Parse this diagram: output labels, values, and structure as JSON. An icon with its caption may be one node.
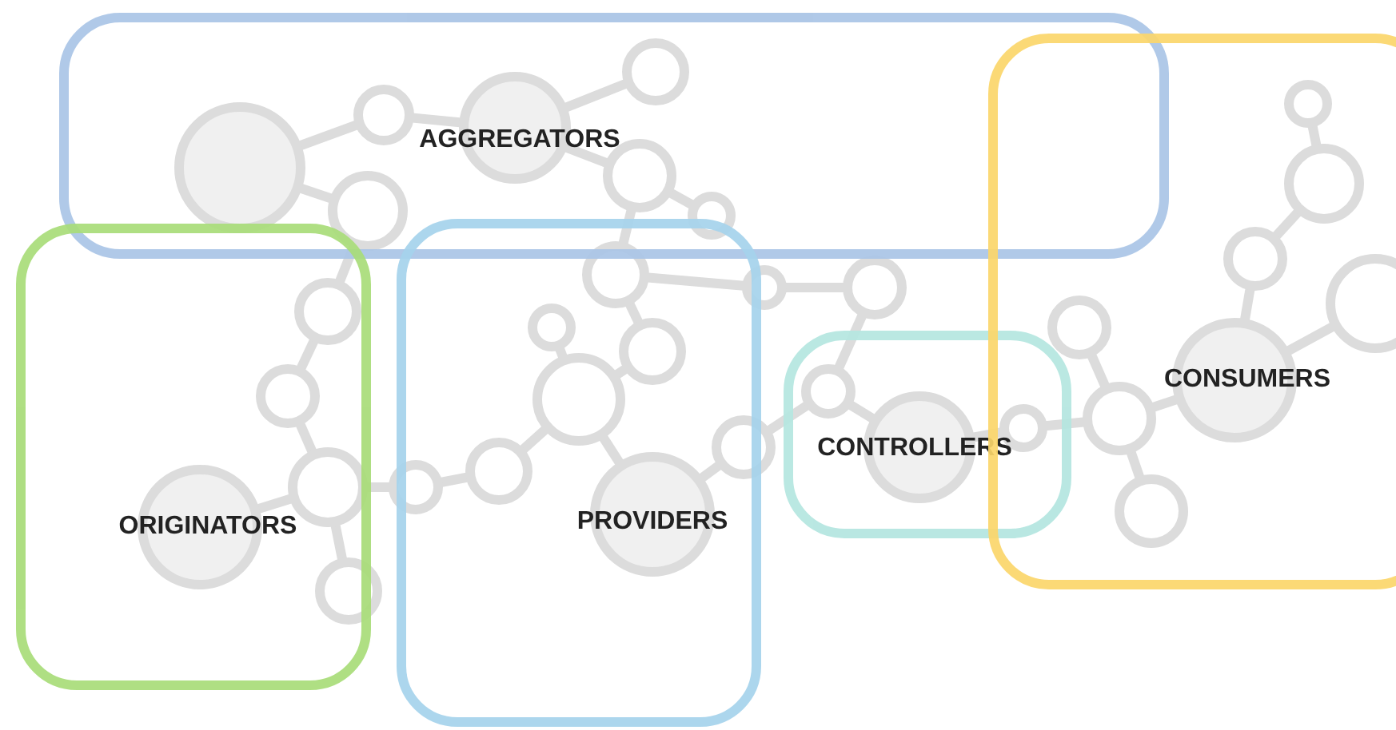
{
  "diagram": {
    "nodes": [
      {
        "text": [
          "AGGREGATORS"
        ]
      },
      {
        "text": [
          "ORIGINATORS"
        ]
      },
      {
        "text": [
          "PROVIDERS"
        ]
      },
      {
        "text": [
          "CONTROLLERS"
        ]
      },
      {
        "text": [
          "CONSUMERS"
        ]
      }
    ]
  }
}
